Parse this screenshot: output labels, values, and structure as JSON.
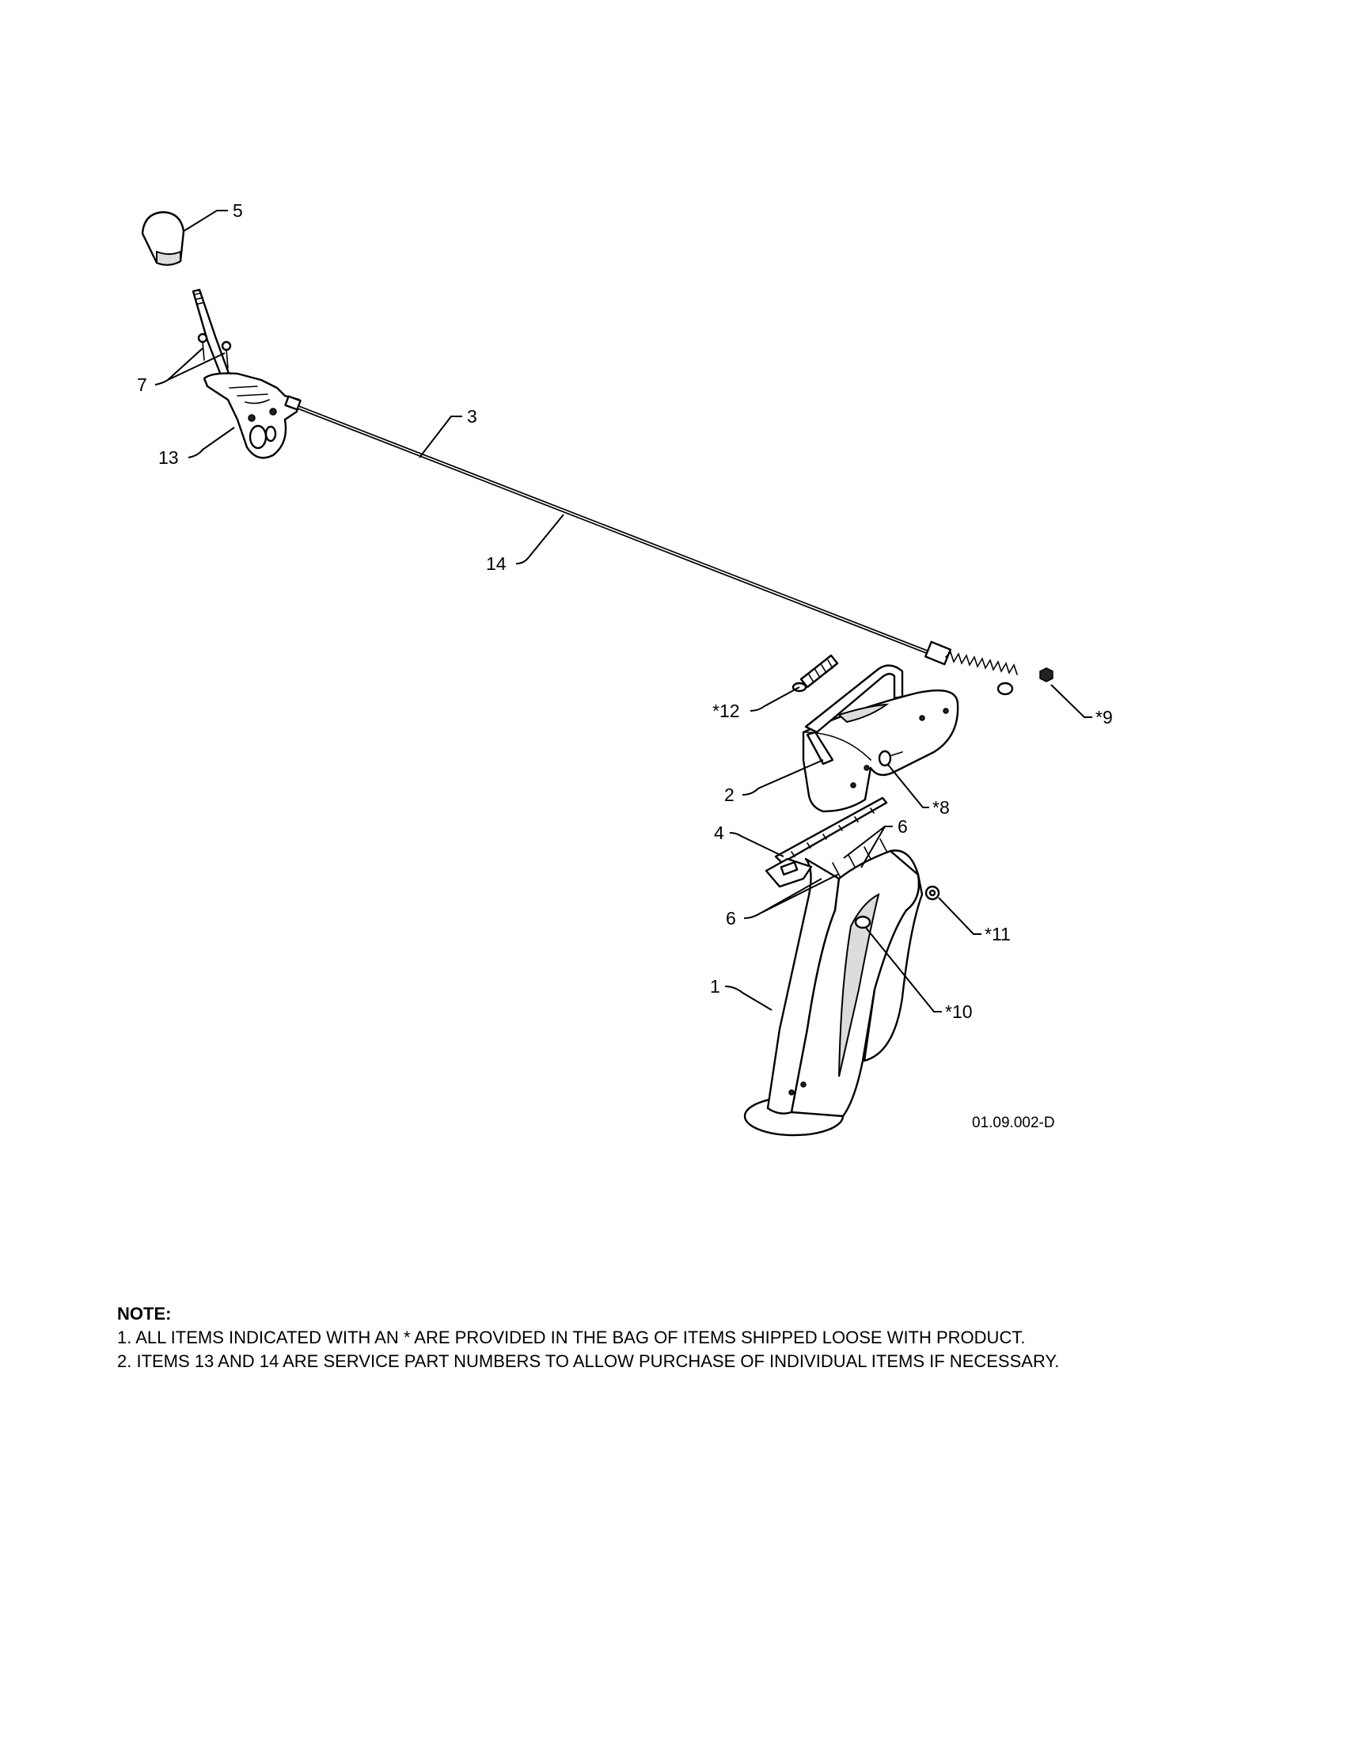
{
  "diagram": {
    "drawing_number": "01.09.002-D",
    "callouts": {
      "c1": "1",
      "c2": "2",
      "c3": "3",
      "c4": "4",
      "c5": "5",
      "c6a": "6",
      "c6b": "6",
      "c7": "7",
      "c8": "*8",
      "c9": "*9",
      "c10": "*10",
      "c11": "*11",
      "c12": "*12",
      "c13": "13",
      "c14": "14"
    }
  },
  "notes": {
    "title": "NOTE:",
    "lines": [
      "1. ALL ITEMS INDICATED WITH AN * ARE PROVIDED IN THE BAG OF ITEMS SHIPPED LOOSE WITH PRODUCT.",
      "2. ITEMS 13 AND 14 ARE SERVICE PART NUMBERS TO ALLOW PURCHASE OF INDIVIDUAL ITEMS IF NECESSARY."
    ]
  }
}
